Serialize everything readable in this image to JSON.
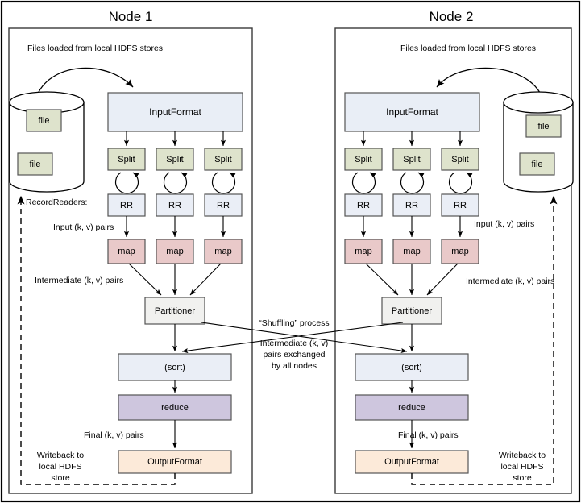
{
  "diagram": {
    "title": "MapReduce data flow across two nodes",
    "colors": {
      "inputformat_fill": "#e9eef6",
      "split_fill": "#dee3cc",
      "rr_fill": "#eaeef6",
      "map_fill": "#e9c9c9",
      "partitioner_fill": "#f1f1ef",
      "sort_fill": "#eaeef6",
      "reduce_fill": "#cec6de",
      "outputformat_fill": "#fcead9",
      "file_fill": "#dee3cc",
      "cylinder_fill": "#ffffff",
      "stroke": "#555555",
      "frame_stroke": "#000000"
    }
  },
  "nodes": [
    {
      "id": "node1",
      "title": "Node 1",
      "hdfs_label": "Files loaded from local HDFS stores",
      "files": [
        "file",
        "file"
      ],
      "inputformat": "InputFormat",
      "splits": [
        "Split",
        "Split",
        "Split"
      ],
      "recordreaders": [
        "RR",
        "RR",
        "RR"
      ],
      "maps": [
        "map",
        "map",
        "map"
      ],
      "partitioner": "Partitioner",
      "sort": "(sort)",
      "reduce": "reduce",
      "outputformat": "OutputFormat",
      "annotations": {
        "recordreaders": "RecordReaders:",
        "input_pairs": "Input (k, v) pairs",
        "intermediate_pairs": "Intermediate (k, v) pairs",
        "final_pairs": "Final (k, v) pairs",
        "writeback": [
          "Writeback to",
          "local HDFS",
          "store"
        ]
      }
    },
    {
      "id": "node2",
      "title": "Node 2",
      "hdfs_label": "Files loaded from local HDFS stores",
      "files": [
        "file",
        "file"
      ],
      "inputformat": "InputFormat",
      "splits": [
        "Split",
        "Split",
        "Split"
      ],
      "recordreaders": [
        "RR",
        "RR",
        "RR"
      ],
      "maps": [
        "map",
        "map",
        "map"
      ],
      "partitioner": "Partitioner",
      "sort": "(sort)",
      "reduce": "reduce",
      "outputformat": "OutputFormat",
      "annotations": {
        "input_pairs": "Input (k, v) pairs",
        "intermediate_pairs": "Intermediate (k, v) pairs",
        "final_pairs": "Final (k, v) pairs",
        "writeback": [
          "Writeback to",
          "local HDFS",
          "store"
        ]
      }
    }
  ],
  "shuffle": {
    "process_label": "“Shuffling” process",
    "detail_lines": [
      "Intermediate (k, v)",
      "pairs exchanged",
      "by all nodes"
    ]
  }
}
